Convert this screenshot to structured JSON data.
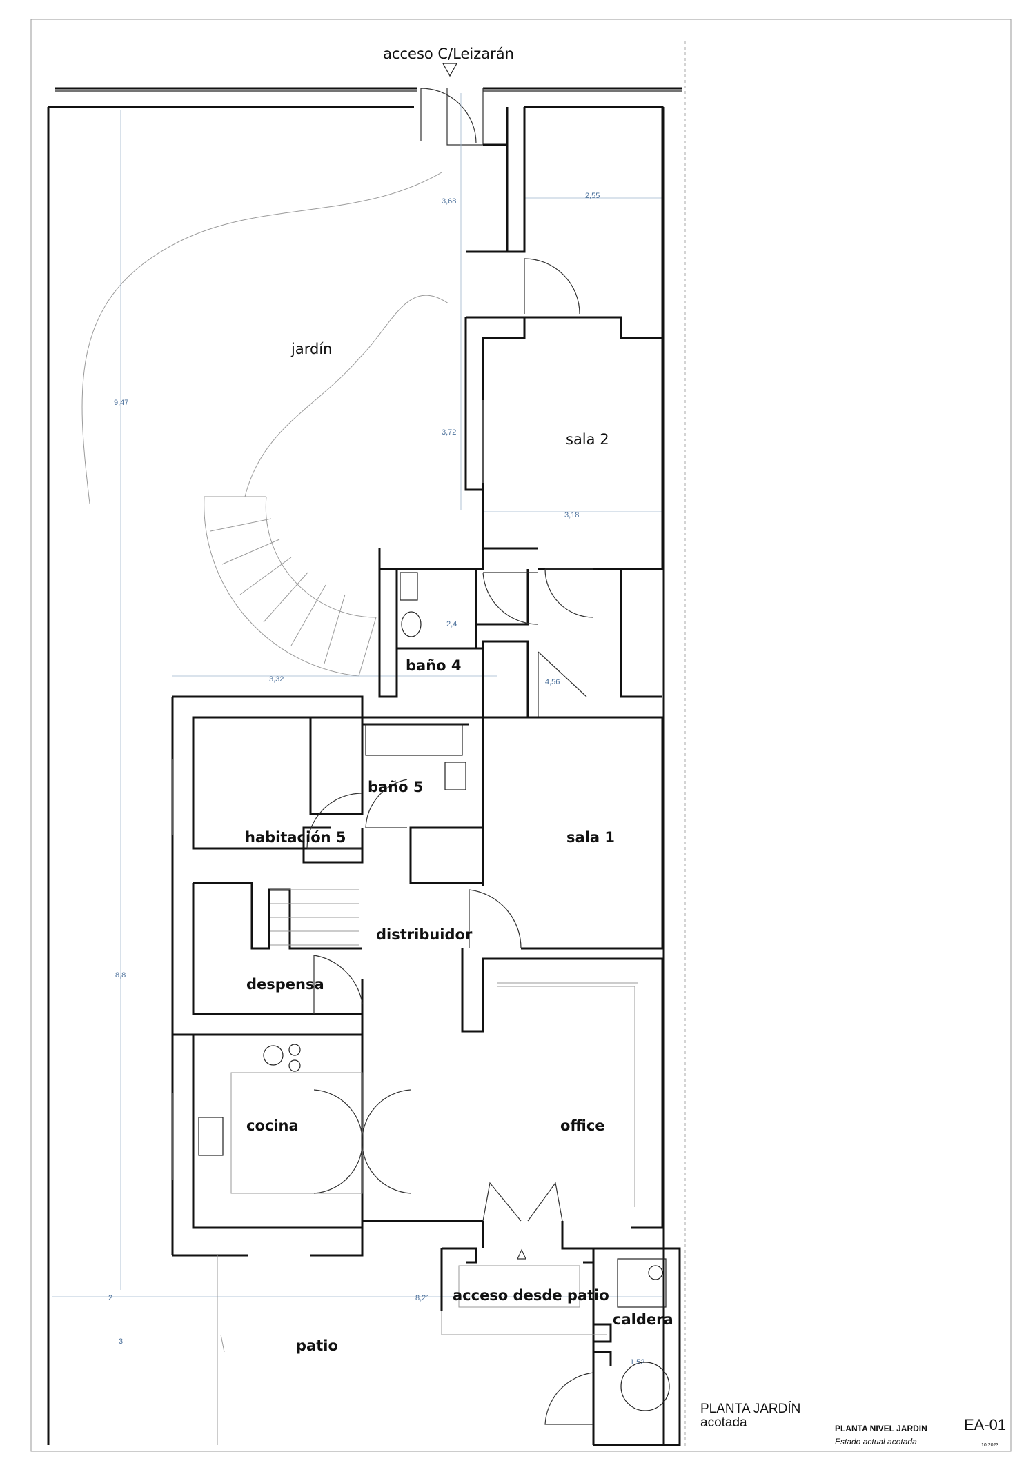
{
  "plan": {
    "entrance_label": "acceso C/Leizarán",
    "rooms": {
      "jardin": "jardín",
      "sala2": "sala 2",
      "bano4": "baño 4",
      "bano5": "baño 5",
      "habitacion5": "habitación 5",
      "sala1": "sala 1",
      "distribuidor": "distribuidor",
      "despensa": "despensa",
      "cocina": "cocina",
      "office": "office",
      "acceso_patio": "acceso desde patio",
      "caldera": "caldera",
      "patio": "patio"
    },
    "dimensions": {
      "d368": "3,68",
      "d255": "2,55",
      "d947": "9,47",
      "d372": "3,72",
      "d318": "3,18",
      "d24": "2,4",
      "d332": "3,32",
      "d456": "4,56",
      "d88": "8,8",
      "d2": "2",
      "d821": "8,21",
      "d3": "3",
      "d152": "1,52"
    }
  },
  "title_block": {
    "title": "PLANTA JARDÍN",
    "subtitle": "acotada",
    "sheet_name": "PLANTA NIVEL JARDIN",
    "sheet_desc": "Estado actual acotada",
    "code": "EA-01",
    "date": "10.2023"
  }
}
